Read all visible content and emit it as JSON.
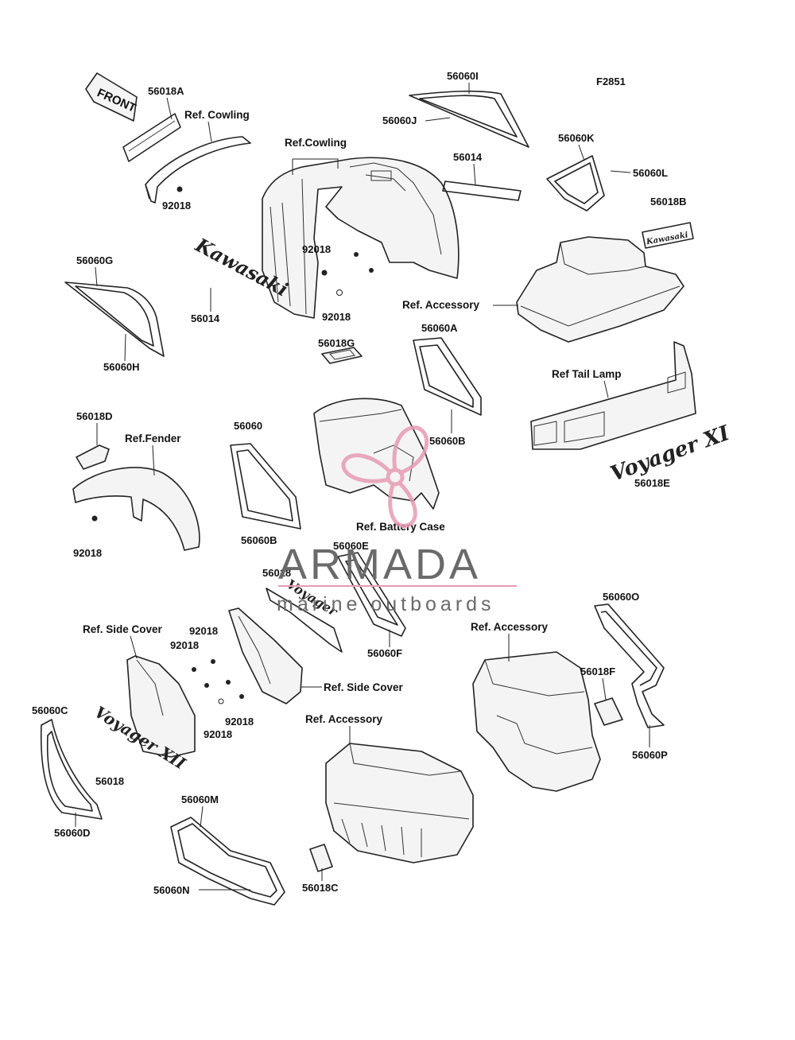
{
  "figure_code": "F2851",
  "front_label": "FRONT",
  "labels": {
    "p56018A": "56018A",
    "ref_cowling_1": "Ref. Cowling",
    "ref_cowling_2": "Ref.Cowling",
    "p92018_a": "92018",
    "p56060I": "56060I",
    "p56060J": "56060J",
    "p56014_a": "56014",
    "p56060K": "56060K",
    "p56060L": "56060L",
    "p56018B": "56018B",
    "p56060G": "56060G",
    "p56014_b": "56014",
    "p56060H": "56060H",
    "p92018_b": "92018",
    "p92018_c": "92018",
    "ref_accessory_1": "Ref. Accessory",
    "p56018G": "56018G",
    "p56060A": "56060A",
    "ref_tail_lamp": "Ref  Tail Lamp",
    "p56060B_a": "56060B",
    "p56018E": "56018E",
    "p56018D": "56018D",
    "ref_fender": "Ref.Fender",
    "p56060": "56060",
    "ref_battery_case": "Ref. Battery Case",
    "p92018_d": "92018",
    "p56060B_b": "56060B",
    "p56060E": "56060E",
    "p56018_a": "56018",
    "p56060F": "56060F",
    "ref_side_cover_1": "Ref. Side Cover",
    "p92018_e": "92018",
    "p92018_f": "92018",
    "ref_side_cover_2": "Ref. Side Cover",
    "p92018_g": "92018",
    "p92018_h": "92018",
    "ref_accessory_2": "Ref. Accessory",
    "p56060O": "56060O",
    "p56018F": "56018F",
    "p56060P": "56060P",
    "p56060C": "56060C",
    "p56018_b": "56018",
    "p56060D": "56060D",
    "ref_accessory_3": "Ref. Accessory",
    "p56060M": "56060M",
    "p56060N": "56060N",
    "p56018C": "56018C"
  },
  "emblems": {
    "kawasaki_1": "Kawasaki",
    "kawasaki_2": "Kawasaki",
    "voyager_1": "Voyager XI",
    "voyager_2": "Voyager XII",
    "voyager_3": "Voyager"
  },
  "watermark": {
    "title": "ARMADA",
    "subtitle": "marine outboards",
    "logo_color": "#e79bb3",
    "text_color": "#6a6a6a"
  },
  "icons": {
    "front_arrow": "front-arrow-icon",
    "logo": "armada-propeller-logo-icon"
  }
}
